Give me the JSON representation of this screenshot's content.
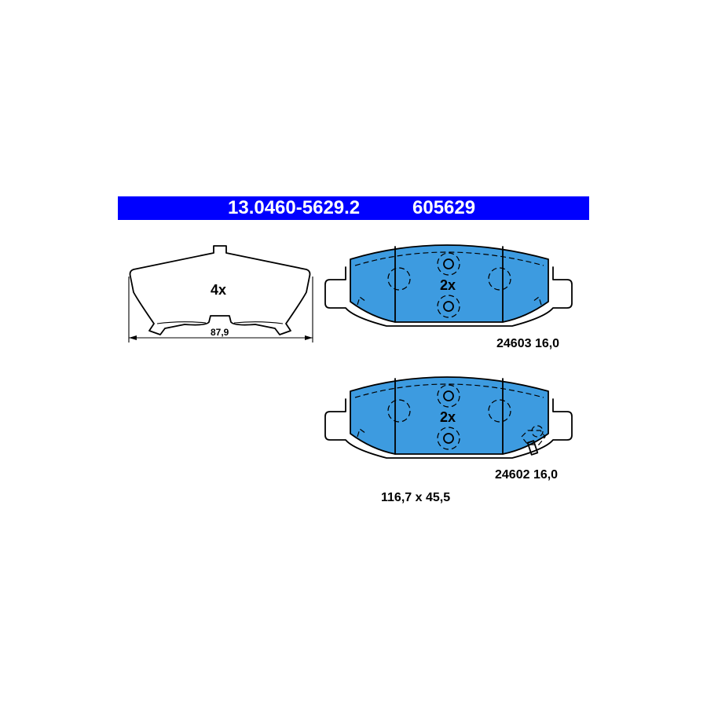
{
  "header": {
    "part_number": "13.0460-5629.2",
    "alt_number": "605629",
    "background_color": "#0000ff",
    "text_color": "#ffffff"
  },
  "spring_clip": {
    "quantity": "4x",
    "width_dimension": "87,9"
  },
  "pad_top": {
    "quantity": "2x",
    "code_thickness": "24603 16,0"
  },
  "pad_bottom": {
    "quantity": "2x",
    "code_thickness": "24602 16,0"
  },
  "pad_dimensions": "116,7 x 45,5",
  "colors": {
    "friction_material": "#3d9be0",
    "outline": "#000000"
  }
}
